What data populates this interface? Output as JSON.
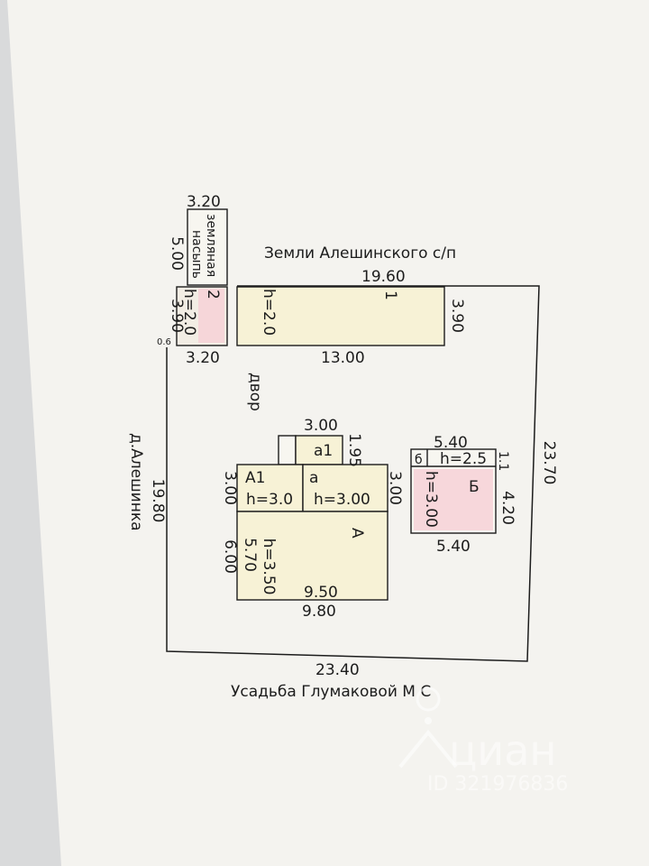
{
  "title": "Усадьба Глумаковой М С",
  "north_neighbor": "Земли Алешинского с/п",
  "west_neighbor": "д.Алешинка",
  "yard_label": "двор",
  "plot": {
    "top": "19.60",
    "right": "23.70",
    "bottom": "23.40",
    "left": "19.80"
  },
  "building_1": {
    "number": "1",
    "height": "h=2.0",
    "length": "13.00",
    "width": "3.90"
  },
  "building_2": {
    "number": "2",
    "height": "h=2.0",
    "top": "3.20",
    "bottom": "3.20",
    "side": "3.90",
    "offset": "0.6"
  },
  "embankment": {
    "label_line1": "земляная",
    "label_line2": "насыпь",
    "length": "5.00"
  },
  "house": {
    "a1_label": "а1",
    "a1_width": "3.00",
    "a1_depth": "1.95",
    "A1_label": "А1",
    "A1_height": "h=3.0",
    "A1_side": "3.00",
    "a_label": "а",
    "a_height": "h=3.00",
    "a_side": "3.00",
    "A_label": "А",
    "A_height": "h=3.50",
    "A_inner_side": "5.70",
    "A_outer_side": "6.00",
    "inner_bottom": "9.50",
    "outer_bottom": "9.80"
  },
  "building_B": {
    "label": "Б",
    "height": "h=3.00",
    "top": "5.40",
    "bottom": "5.40",
    "side": "4.20",
    "b_label": "б",
    "b_height": "h=2.5",
    "b_depth": "1.1"
  },
  "watermark": {
    "brand": "циан",
    "id_text": "ID 321976836"
  },
  "colors": {
    "paper": "#f4f3ef",
    "background": "#d9dadb",
    "line": "#1c1c1c",
    "yellow_fill": "#f7f2d6",
    "pink_fill": "#f6cfd6"
  }
}
